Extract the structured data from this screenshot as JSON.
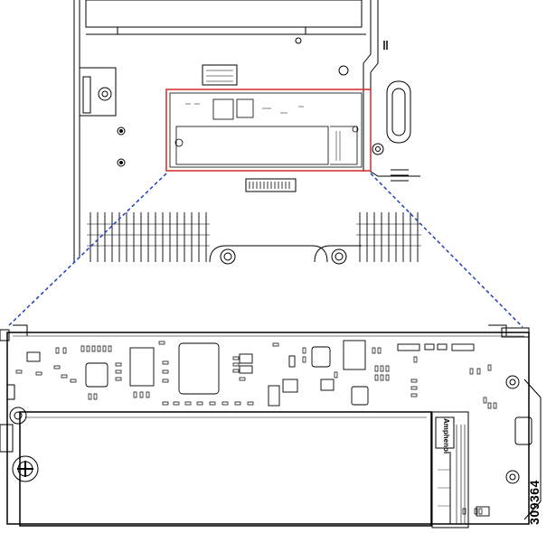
{
  "figure": {
    "figure_number": "309364",
    "connector_brand": "Amphenol"
  },
  "colors": {
    "highlight_box": "#d62828",
    "callout_lines": "#1f3fbf",
    "line_art": "#000000",
    "background": "#ffffff"
  },
  "icons": [
    "screw-icon",
    "thumbscrew-icon",
    "m2-ssd-module",
    "dimm-slot",
    "connector-icon"
  ]
}
